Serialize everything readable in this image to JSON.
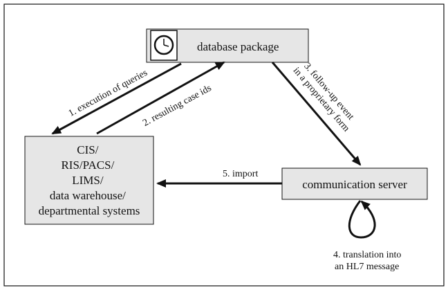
{
  "nodes": {
    "database_package": {
      "label": "database package",
      "icon": "clock-icon"
    },
    "source_systems": {
      "lines": [
        "CIS/",
        "RIS/PACS/",
        "LIMS/",
        "data warehouse/",
        "departmental systems"
      ]
    },
    "communication_server": {
      "label": "communication server"
    }
  },
  "edges": {
    "step1": {
      "lines": [
        "1. execution of queries"
      ]
    },
    "step2": {
      "lines": [
        "2. resulting case ids"
      ]
    },
    "step3": {
      "lines": [
        "3. follow-up event",
        "in a proprietary form"
      ]
    },
    "step4": {
      "lines": [
        "4. translation into",
        "an HL7 message"
      ]
    },
    "step5": {
      "lines": [
        "5. import"
      ]
    }
  },
  "colors": {
    "box_fill": "#e6e6e6",
    "stroke": "#111111",
    "background": "#ffffff"
  }
}
